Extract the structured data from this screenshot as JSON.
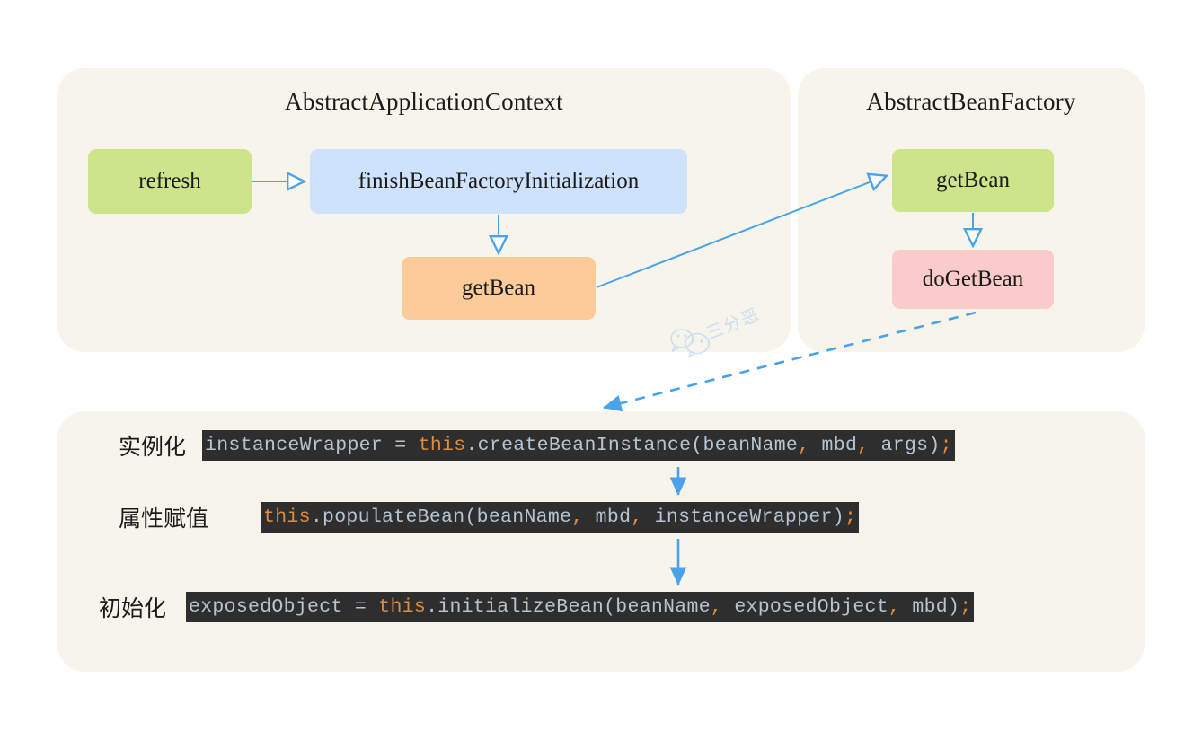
{
  "theme": {
    "page_bg": "#ffffff",
    "panel_bg": "#f7f4ec",
    "accent_blue": "#4aa3ea",
    "green": "#cde48b",
    "blue": "#cfe2fb",
    "orange": "#fbcb9a",
    "pink": "#fbcbcb",
    "code_bg": "#2e2e2e",
    "code_fg": "#b6c4d2",
    "code_keyword": "#e08b3e"
  },
  "panels": {
    "context": {
      "title": "AbstractApplicationContext",
      "nodes": {
        "refresh": "refresh",
        "finish": "finishBeanFactoryInitialization",
        "get_bean": "getBean"
      }
    },
    "factory": {
      "title": "AbstractBeanFactory",
      "nodes": {
        "get_bean": "getBean",
        "do_get_bean": "doGetBean"
      }
    },
    "do_create_bean": {
      "rows": [
        {
          "label": "实例化",
          "tokens": [
            {
              "text": "instanceWrapper = ",
              "kind": "plain"
            },
            {
              "text": "this",
              "kind": "keyword"
            },
            {
              "text": ".createBeanInstance(beanName",
              "kind": "plain"
            },
            {
              "text": ",",
              "kind": "punc"
            },
            {
              "text": " mbd",
              "kind": "plain"
            },
            {
              "text": ",",
              "kind": "punc"
            },
            {
              "text": " args)",
              "kind": "plain"
            },
            {
              "text": ";",
              "kind": "punc"
            }
          ],
          "code": "instanceWrapper = this.createBeanInstance(beanName, mbd, args);"
        },
        {
          "label": "属性赋值",
          "tokens": [
            {
              "text": "this",
              "kind": "keyword"
            },
            {
              "text": ".populateBean(beanName",
              "kind": "plain"
            },
            {
              "text": ",",
              "kind": "punc"
            },
            {
              "text": " mbd",
              "kind": "plain"
            },
            {
              "text": ",",
              "kind": "punc"
            },
            {
              "text": " instanceWrapper)",
              "kind": "plain"
            },
            {
              "text": ";",
              "kind": "punc"
            }
          ],
          "code": "this.populateBean(beanName, mbd, instanceWrapper);"
        },
        {
          "label": "初始化",
          "tokens": [
            {
              "text": "exposedObject = ",
              "kind": "plain"
            },
            {
              "text": "this",
              "kind": "keyword"
            },
            {
              "text": ".initializeBean(beanName",
              "kind": "plain"
            },
            {
              "text": ",",
              "kind": "punc"
            },
            {
              "text": " exposedObject",
              "kind": "plain"
            },
            {
              "text": ",",
              "kind": "punc"
            },
            {
              "text": " mbd)",
              "kind": "plain"
            },
            {
              "text": ";",
              "kind": "punc"
            }
          ],
          "code": "exposedObject = this.initializeBean(beanName, exposedObject, mbd);"
        }
      ]
    }
  },
  "watermark": {
    "text": "三分恶",
    "icon": "wechat-icon"
  },
  "edges": [
    {
      "name": "refresh-to-finish",
      "style": "solid",
      "head": "hollow"
    },
    {
      "name": "finish-to-getbean",
      "style": "solid",
      "head": "hollow"
    },
    {
      "name": "ctx-getbean-to-factory-getbean",
      "style": "solid",
      "head": "hollow"
    },
    {
      "name": "factory-getbean-to-dogetbean",
      "style": "solid",
      "head": "hollow"
    },
    {
      "name": "dogetbean-to-docreatebean",
      "style": "dashed",
      "head": "filled"
    },
    {
      "name": "instantiate-to-populate",
      "style": "solid",
      "head": "filled"
    },
    {
      "name": "populate-to-initialize",
      "style": "solid",
      "head": "filled"
    }
  ]
}
